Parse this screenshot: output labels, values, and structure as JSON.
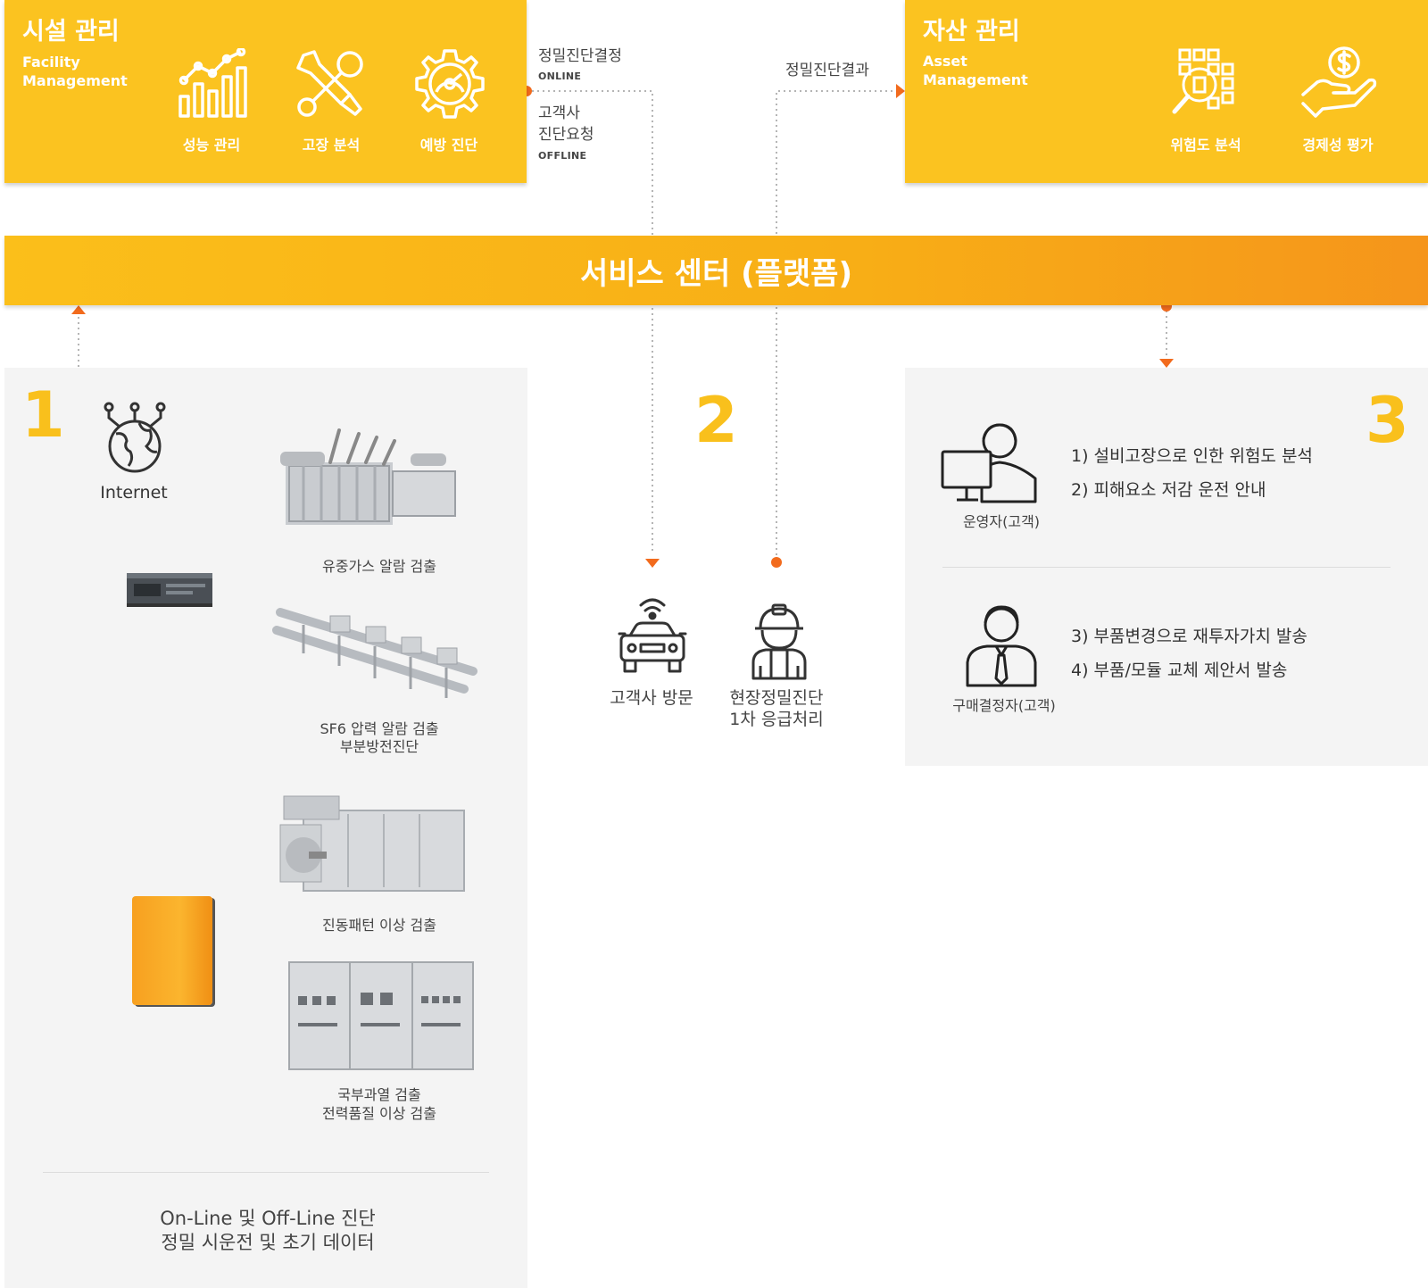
{
  "facility": {
    "title": "시설 관리",
    "subtitle_line1": "Facility",
    "subtitle_line2": "Management",
    "items": [
      {
        "label": "성능 관리",
        "icon": "performance-chart-icon"
      },
      {
        "label": "고장 분석",
        "icon": "wrench-screwdriver-icon"
      },
      {
        "label": "예방 진단",
        "icon": "gear-gauge-icon"
      }
    ]
  },
  "asset": {
    "title": "자산 관리",
    "subtitle_line1": "Asset",
    "subtitle_line2": "Management",
    "items": [
      {
        "label": "위험도 분석",
        "icon": "risk-analysis-icon"
      },
      {
        "label": "경제성 평가",
        "icon": "dollar-hand-icon"
      }
    ]
  },
  "flows": {
    "decision": "정밀진단결정",
    "online": "ONLINE",
    "request_line1": "고객사",
    "request_line2": "진단요청",
    "offline": "OFFLINE",
    "result": "정밀진단결과"
  },
  "service_center": "서비스 센터 (플랫폼)",
  "section1": {
    "number": "1",
    "internet_label": "Internet",
    "equipment": [
      {
        "label_line1": "유중가스 알람 검출",
        "label_line2": ""
      },
      {
        "label_line1": "SF6 압력 알람 검출",
        "label_line2": "부분방전진단"
      },
      {
        "label_line1": "진동패턴 이상 검출",
        "label_line2": ""
      },
      {
        "label_line1": "국부과열 검출",
        "label_line2": "전력품질 이상 검출"
      }
    ],
    "footer_line1": "On-Line 및 Off-Line 진단",
    "footer_line2": "정밀 시운전 및 초기 데이터"
  },
  "section2": {
    "number": "2",
    "visit_label": "고객사 방문",
    "onsite_line1": "현장정밀진단",
    "onsite_line2": "1차 응급처리"
  },
  "section3": {
    "number": "3",
    "operator_label": "운영자(고객)",
    "operator_items": [
      "1) 설비고장으로 인한 위험도 분석",
      "2) 피해요소 저감 운전 안내"
    ],
    "buyer_label": "구매결정자(고객)",
    "buyer_items": [
      "3) 부품변경으로 재투자가치 발송",
      "4) 부품/모듈 교체 제안서 발송"
    ]
  },
  "colors": {
    "yellow": "#fbc320",
    "orange_dot": "#f26b1d",
    "panel_gray": "#f4f4f4",
    "number_yellow": "#f9c01c"
  }
}
